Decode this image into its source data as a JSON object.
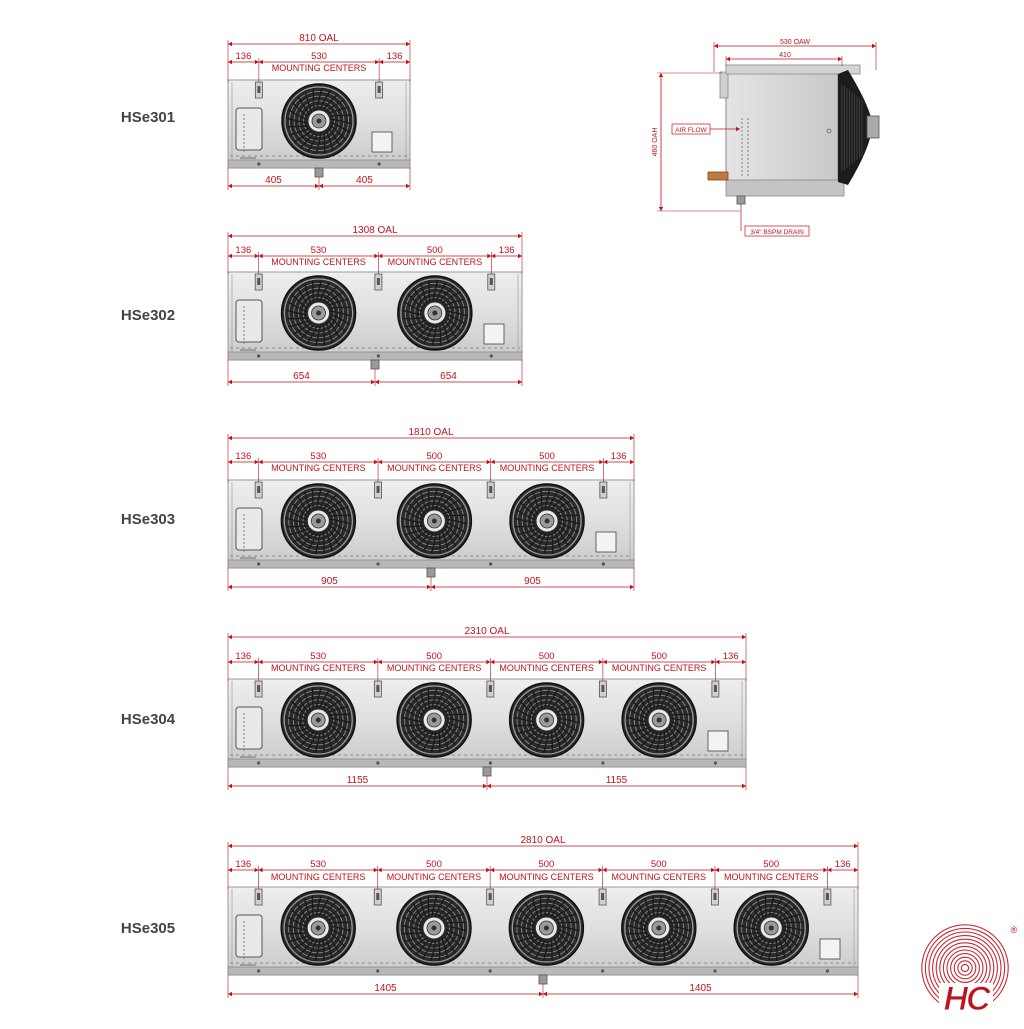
{
  "units": [
    {
      "model": "HSe301",
      "oal": "810",
      "fans": 1,
      "segments": [
        "136",
        "530",
        "136"
      ],
      "halves": [
        "405",
        "405"
      ]
    },
    {
      "model": "HSe302",
      "oal": "1308",
      "fans": 2,
      "segments": [
        "136",
        "530",
        "500",
        "136"
      ],
      "halves": [
        "654",
        "654"
      ]
    },
    {
      "model": "HSe303",
      "oal": "1810",
      "fans": 3,
      "segments": [
        "136",
        "530",
        "500",
        "500",
        "136"
      ],
      "halves": [
        "905",
        "905"
      ]
    },
    {
      "model": "HSe304",
      "oal": "2310",
      "fans": 4,
      "segments": [
        "136",
        "530",
        "500",
        "500",
        "500",
        "136"
      ],
      "halves": [
        "1155",
        "1155"
      ]
    },
    {
      "model": "HSe305",
      "oal": "2810",
      "fans": 5,
      "segments": [
        "136",
        "530",
        "500",
        "500",
        "500",
        "500",
        "136"
      ],
      "halves": [
        "1405",
        "1405"
      ]
    }
  ],
  "labels": {
    "oal_suffix": "OAL",
    "mounting_centers": "MOUNTING CENTERS"
  },
  "side_view": {
    "oaw": "530 OAW",
    "inner_width": "410",
    "oah": "460 OAH",
    "airflow": "AIR FLOW",
    "drain": "3/4\" BSPM DRAIN"
  },
  "logo": {
    "text": "HC",
    "registered": "®"
  },
  "colors": {
    "dimension": "#c0121c",
    "cabinet": "#dcdcdc",
    "cabinet_edge": "#9a9a9a",
    "fan_dark": "#1a1a1a"
  }
}
